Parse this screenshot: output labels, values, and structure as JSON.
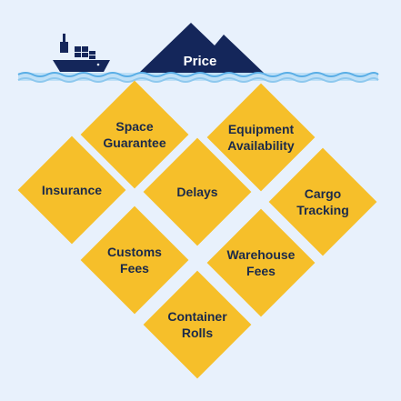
{
  "iceberg": {
    "tip_label": "Price",
    "hidden_costs": [
      {
        "label": "Space\nGuarantee"
      },
      {
        "label": "Equipment\nAvailability"
      },
      {
        "label": "Insurance"
      },
      {
        "label": "Delays"
      },
      {
        "label": "Cargo\nTracking"
      },
      {
        "label": "Customs\nFees"
      },
      {
        "label": "Warehouse\nFees"
      },
      {
        "label": "Container\nRolls"
      }
    ]
  },
  "colors": {
    "background": "#e8f1fc",
    "navy": "#14265a",
    "diamond": "#f6bf2a",
    "water": "#8ec8ee",
    "waterline": "#5aaee6"
  },
  "icons": {
    "ship": "cargo-ship-icon",
    "mountain": "iceberg-tip-icon"
  }
}
